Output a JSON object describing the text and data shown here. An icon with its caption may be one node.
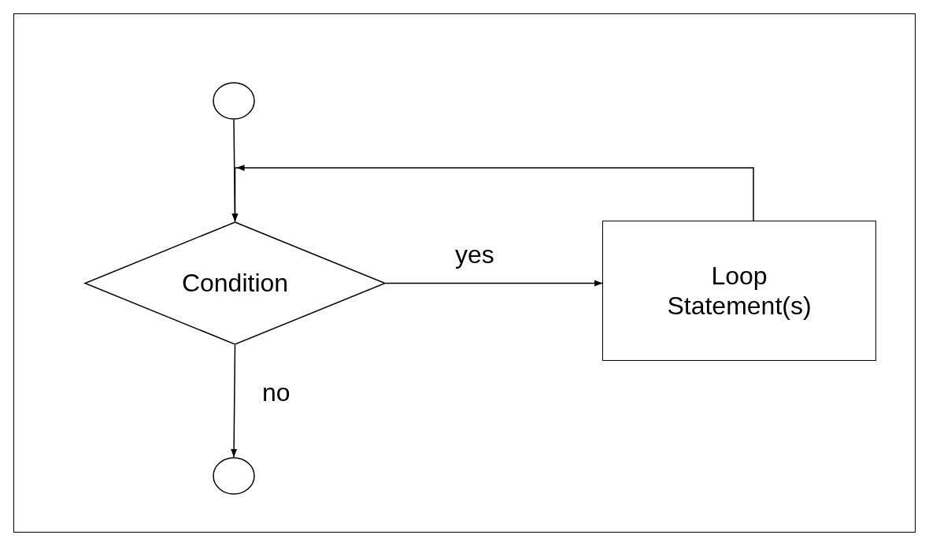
{
  "diagram": {
    "nodes": [
      {
        "text": [],
        "shape": "circle"
      },
      {
        "text": [
          "Condition"
        ]
      },
      {
        "text": [
          "Loop Statement(s)"
        ]
      },
      {
        "text": [],
        "shape": "circle"
      }
    ],
    "edges": [
      {
        "from": 0,
        "to": 1,
        "arrow": "to"
      },
      {
        "from": 1,
        "to": 2,
        "arrow": "to",
        "label": "yes"
      },
      {
        "from": 2,
        "to": 1,
        "arrow": "to"
      },
      {
        "from": 1,
        "to": 3,
        "arrow": "to",
        "label": "no"
      }
    ]
  }
}
